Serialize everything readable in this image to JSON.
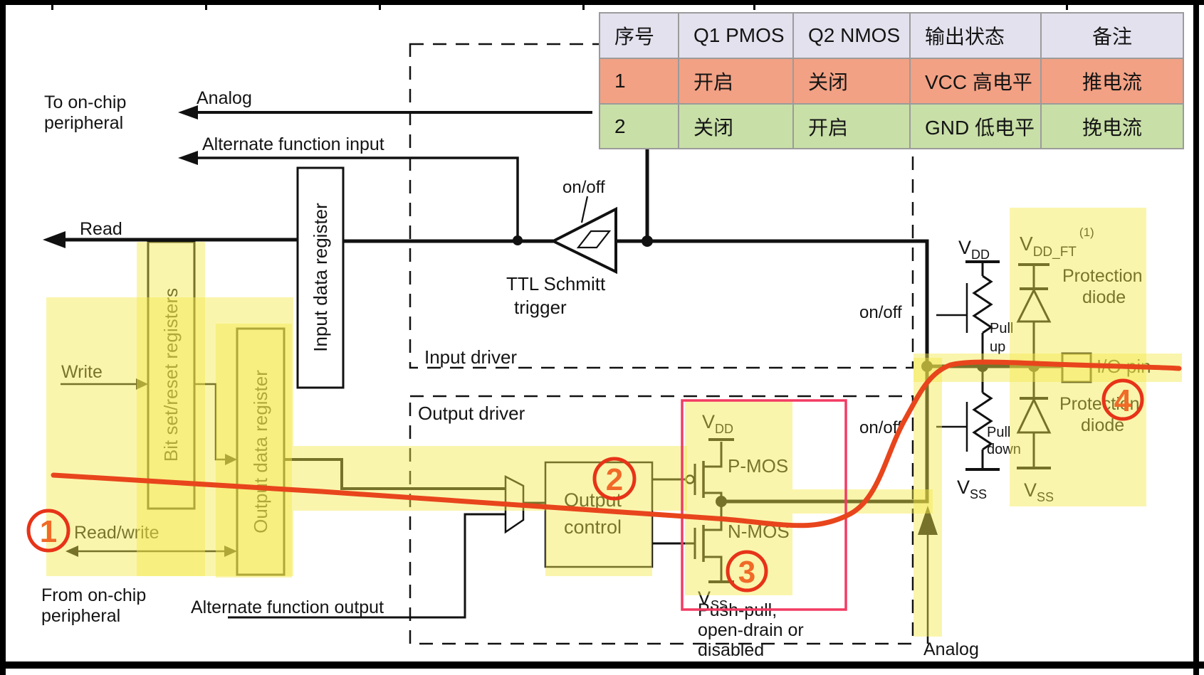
{
  "table": {
    "headers": [
      "序号",
      "Q1 PMOS",
      "Q2 NMOS",
      "输出状态",
      "备注"
    ],
    "rows": [
      [
        "1",
        "开启",
        "关闭",
        "VCC 高电平",
        "推电流"
      ],
      [
        "2",
        "关闭",
        "开启",
        "GND 低电平",
        "挽电流"
      ]
    ],
    "colors": {
      "header_bg": "#e4e1ee",
      "row1_bg": "#f2a184",
      "row2_bg": "#c8dfa7",
      "grid": "#9b9b9b"
    }
  },
  "labels": {
    "to_on_chip_1": "To on-chip",
    "to_on_chip_2": "peripheral",
    "analog_top": "Analog",
    "alternate_function_input": "Alternate function input",
    "read": "Read",
    "input_data_register": "Input data register",
    "on_off": "on/off",
    "ttl_schmitt_1": "TTL Schmitt",
    "ttl_schmitt_2": "trigger",
    "input_driver": "Input driver",
    "output_driver": "Output driver",
    "write": "Write",
    "bit_set_reset_registers": "Bit set/reset registers",
    "output_data_register": "Output data register",
    "read_write": "Read/write",
    "from_on_chip_1": "From on-chip",
    "from_on_chip_2": "peripheral",
    "alternate_function_output": "Alternate function output",
    "output_control_1": "Output",
    "output_control_2": "control",
    "v": "V",
    "sub_dd": "DD",
    "sub_ss": "SS",
    "sub_dd_ft": "DD_FT",
    "sup_note": "(1)",
    "pmos": "P-MOS",
    "nmos": "N-MOS",
    "push_pull_1": "Push-pull,",
    "push_pull_2": "open-drain or",
    "push_pull_3": "disabled",
    "pull": "Pull",
    "up": "up",
    "down": "down",
    "protection": "Protection",
    "diode": "diode",
    "io_pin": "I/O pin",
    "analog_bottom": "Analog"
  },
  "annotations": {
    "n1": "1",
    "n2": "2",
    "n3": "3",
    "n4": "4",
    "circle_color": "#e73318",
    "digit_color": "#f06a28",
    "curve_color": "#e8451c"
  },
  "colors": {
    "line": "#111111",
    "highlight": "#f5e94a",
    "pink_box": "#f23b63"
  }
}
